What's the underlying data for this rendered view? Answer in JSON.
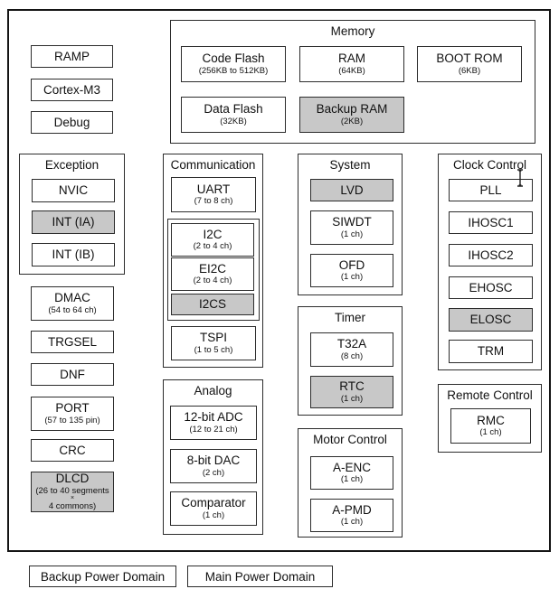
{
  "colors": {
    "backup_domain_fill": "#c8c8c8",
    "main_domain_fill": "#ffffff",
    "border": "#2c2c2c"
  },
  "cpu": {
    "ramp": "RAMP",
    "cortex": "Cortex-M3",
    "debug": "Debug"
  },
  "memory": {
    "title": "Memory",
    "code_flash": {
      "label": "Code Flash",
      "sub": "(256KB to 512KB)"
    },
    "ram": {
      "label": "RAM",
      "sub": "(64KB)"
    },
    "boot_rom": {
      "label": "BOOT ROM",
      "sub": "(6KB)"
    },
    "data_flash": {
      "label": "Data Flash",
      "sub": "(32KB)"
    },
    "backup_ram": {
      "label": "Backup RAM",
      "sub": "(2KB)"
    }
  },
  "exception": {
    "title": "Exception",
    "nvic": "NVIC",
    "int_ia": "INT (IA)",
    "int_ib": "INT (IB)"
  },
  "left_blocks": {
    "dmac": {
      "label": "DMAC",
      "sub": "(54 to 64 ch)"
    },
    "trgsel": {
      "label": "TRGSEL"
    },
    "dnf": {
      "label": "DNF"
    },
    "port": {
      "label": "PORT",
      "sub": "(57 to 135 pin)"
    },
    "crc": {
      "label": "CRC"
    },
    "dlcd": {
      "label": "DLCD",
      "sub1": "(26 to 40 segments",
      "sub2": "×",
      "sub3": "4 commons)"
    }
  },
  "communication": {
    "title": "Communication",
    "uart": {
      "label": "UART",
      "sub": "(7 to 8 ch)"
    },
    "i2c": {
      "label": "I2C",
      "sub": "(2 to 4 ch)"
    },
    "ei2c": {
      "label": "EI2C",
      "sub": "(2 to 4 ch)"
    },
    "i2cs": {
      "label": "I2CS"
    },
    "tspi": {
      "label": "TSPI",
      "sub": "(1 to 5 ch)"
    }
  },
  "analog": {
    "title": "Analog",
    "adc": {
      "label": "12-bit ADC",
      "sub": "(12 to 21 ch)"
    },
    "dac": {
      "label": "8-bit DAC",
      "sub": "(2 ch)"
    },
    "comparator": {
      "label": "Comparator",
      "sub": "(1 ch)"
    }
  },
  "system": {
    "title": "System",
    "lvd": "LVD",
    "siwdt": {
      "label": "SIWDT",
      "sub": "(1 ch)"
    },
    "ofd": {
      "label": "OFD",
      "sub": "(1 ch)"
    }
  },
  "timer": {
    "title": "Timer",
    "t32a": {
      "label": "T32A",
      "sub": "(8 ch)"
    },
    "rtc": {
      "label": "RTC",
      "sub": "(1 ch)"
    }
  },
  "motor_control": {
    "title": "Motor Control",
    "a_enc": {
      "label": "A-ENC",
      "sub": "(1 ch)"
    },
    "a_pmd": {
      "label": "A-PMD",
      "sub": "(1 ch)"
    }
  },
  "clock_control": {
    "title": "Clock Control",
    "pll": "PLL",
    "ihosc1": "IHOSC1",
    "ihosc2": "IHOSC2",
    "ehosc": "EHOSC",
    "elosc": "ELOSC",
    "trm": "TRM"
  },
  "remote_control": {
    "title": "Remote Control",
    "rmc": {
      "label": "RMC",
      "sub": "(1 ch)"
    }
  },
  "legend": {
    "backup": "Backup Power Domain",
    "main": "Main Power Domain"
  }
}
